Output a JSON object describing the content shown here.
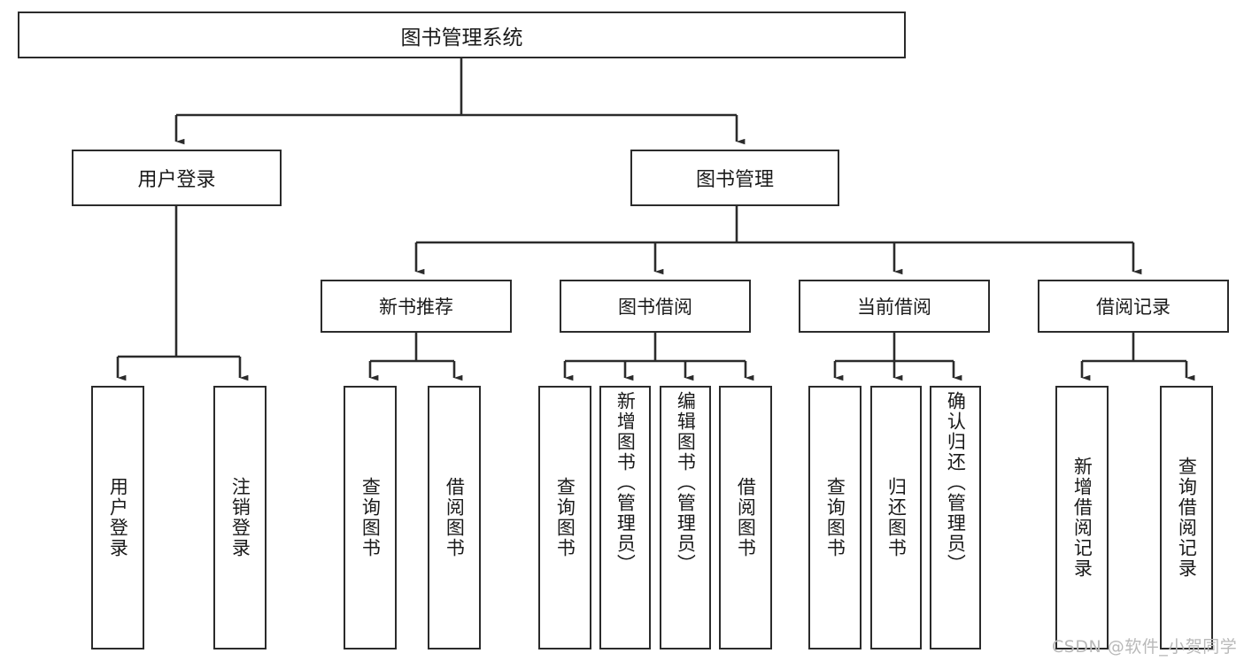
{
  "diagram": {
    "title": "图书管理系统",
    "root": {
      "id": "root",
      "label": "图书管理系统"
    },
    "level2": [
      {
        "id": "user-login",
        "label": "用户登录"
      },
      {
        "id": "book-manage",
        "label": "图书管理"
      }
    ],
    "level3": [
      {
        "id": "new-book-recommend",
        "label": "新书推荐"
      },
      {
        "id": "book-borrow",
        "label": "图书借阅"
      },
      {
        "id": "current-borrow",
        "label": "当前借阅"
      },
      {
        "id": "borrow-record",
        "label": "借阅记录"
      }
    ],
    "leaves": {
      "user_login": [
        {
          "id": "leaf-user-login",
          "label": "用户登录",
          "align": "middle"
        },
        {
          "id": "leaf-user-logout",
          "label": "注销登录",
          "align": "middle"
        }
      ],
      "new_book_recommend": [
        {
          "id": "leaf-query-book-1",
          "label": "查询图书",
          "align": "middle"
        },
        {
          "id": "leaf-borrow-book-1",
          "label": "借阅图书",
          "align": "middle"
        }
      ],
      "book_borrow": [
        {
          "id": "leaf-query-book-2",
          "label": "查询图书",
          "align": "middle"
        },
        {
          "id": "leaf-add-book",
          "label": "新增图书（管理员）",
          "align": "top"
        },
        {
          "id": "leaf-edit-book",
          "label": "编辑图书（管理员）",
          "align": "top"
        },
        {
          "id": "leaf-borrow-book-2",
          "label": "借阅图书",
          "align": "middle"
        }
      ],
      "current_borrow": [
        {
          "id": "leaf-query-book-3",
          "label": "查询图书",
          "align": "middle"
        },
        {
          "id": "leaf-return-book",
          "label": "归还图书",
          "align": "middle"
        },
        {
          "id": "leaf-confirm-return",
          "label": "确认归还（管理员）",
          "align": "top"
        }
      ],
      "borrow_record": [
        {
          "id": "leaf-add-record",
          "label": "新增借阅记录",
          "align": "middle"
        },
        {
          "id": "leaf-query-record",
          "label": "查询借阅记录",
          "align": "middle"
        }
      ]
    },
    "watermark": "CSDN @软件_小贺同学",
    "colors": {
      "line": "#2b2b2b",
      "box_fill": "#ffffff",
      "text": "#1a1a1a",
      "watermark": "#b9b9b9"
    }
  }
}
